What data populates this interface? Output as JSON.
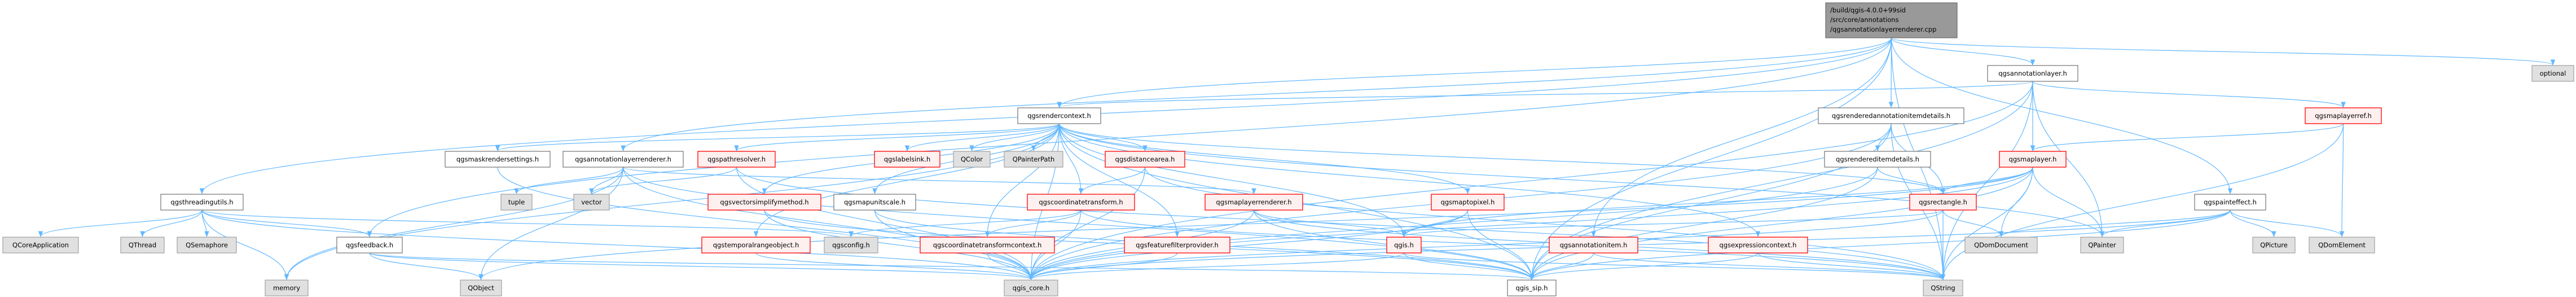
{
  "title": "/build/qgis-4.0.0+99sid/src/core/annotations/qgsannotationlayerrenderer.cpp",
  "colors": {
    "edge": "#63b8ff",
    "main_fill": "#999999",
    "main_border": "#666666",
    "normal_fill": "#ffffff",
    "normal_border": "#666666",
    "red_fill": "#fff0f0",
    "red_border": "#ff0000",
    "gray_fill": "#e0e0e0",
    "gray_border": "#999999"
  },
  "nodes": [
    {
      "id": "main",
      "kind": "main",
      "label": [
        "/build/qgis-4.0.0+99sid",
        "/src/core/annotations",
        "/qgsannotationlayerrenderer.cpp"
      ]
    },
    {
      "id": "annotationlayer",
      "kind": "normal",
      "label": [
        "qgsannotationlayer.h"
      ]
    },
    {
      "id": "optional",
      "kind": "gray",
      "label": [
        "optional"
      ]
    },
    {
      "id": "rendercontext",
      "kind": "normal",
      "label": [
        "qgsrendercontext.h"
      ]
    },
    {
      "id": "renderedannot",
      "kind": "normal",
      "label": [
        "qgsrenderedannotationitemdetails.h"
      ]
    },
    {
      "id": "maplayerref",
      "kind": "red",
      "label": [
        "qgsmaplayerref.h"
      ]
    },
    {
      "id": "threadingutils",
      "kind": "normal",
      "label": [
        "qgsthreadingutils.h"
      ]
    },
    {
      "id": "maskrender",
      "kind": "normal",
      "label": [
        "qgsmaskrendersettings.h"
      ]
    },
    {
      "id": "annotrenderer",
      "kind": "normal",
      "label": [
        "qgsannotationlayerrenderer.h"
      ]
    },
    {
      "id": "pathresolver",
      "kind": "red",
      "label": [
        "qgspathresolver.h"
      ]
    },
    {
      "id": "labelsink",
      "kind": "red",
      "label": [
        "qgslabelsink.h"
      ]
    },
    {
      "id": "QColor",
      "kind": "gray",
      "label": [
        "QColor"
      ]
    },
    {
      "id": "QPainterPath",
      "kind": "gray",
      "label": [
        "QPainterPath"
      ]
    },
    {
      "id": "distancearea",
      "kind": "red",
      "label": [
        "qgsdistancearea.h"
      ]
    },
    {
      "id": "rendereditem",
      "kind": "normal",
      "label": [
        "qgsrendereditemdetails.h"
      ]
    },
    {
      "id": "maplayer",
      "kind": "red",
      "label": [
        "qgsmaplayer.h"
      ]
    },
    {
      "id": "tuple",
      "kind": "gray",
      "label": [
        "tuple"
      ]
    },
    {
      "id": "vector",
      "kind": "gray",
      "label": [
        "vector"
      ]
    },
    {
      "id": "vectorsimplify",
      "kind": "red",
      "label": [
        "qgsvectorsimplifymethod.h"
      ]
    },
    {
      "id": "mapunitscale",
      "kind": "normal",
      "label": [
        "qgsmapunitscale.h"
      ]
    },
    {
      "id": "coordtransform",
      "kind": "red",
      "label": [
        "qgscoordinatetransform.h"
      ]
    },
    {
      "id": "maplayerrenderer",
      "kind": "red",
      "label": [
        "qgsmaplayerrenderer.h"
      ]
    },
    {
      "id": "maptopixel",
      "kind": "red",
      "label": [
        "qgsmaptopixel.h"
      ]
    },
    {
      "id": "rectangle",
      "kind": "red",
      "label": [
        "qgsrectangle.h"
      ]
    },
    {
      "id": "painteffect",
      "kind": "normal",
      "label": [
        "qgspainteffect.h"
      ]
    },
    {
      "id": "QCoreApplication",
      "kind": "gray",
      "label": [
        "QCoreApplication"
      ]
    },
    {
      "id": "QThread",
      "kind": "gray",
      "label": [
        "QThread"
      ]
    },
    {
      "id": "QSemaphore",
      "kind": "gray",
      "label": [
        "QSemaphore"
      ]
    },
    {
      "id": "feedback",
      "kind": "normal",
      "label": [
        "qgsfeedback.h"
      ]
    },
    {
      "id": "temporalrange",
      "kind": "red",
      "label": [
        "qgstemporalrangeobject.h"
      ]
    },
    {
      "id": "qgsconfig",
      "kind": "gray",
      "label": [
        "qgsconfig.h"
      ]
    },
    {
      "id": "coordtransformctx",
      "kind": "red",
      "label": [
        "qgscoordinatetransformcontext.h"
      ]
    },
    {
      "id": "featurefilter",
      "kind": "red",
      "label": [
        "qgsfeaturefilterprovider.h"
      ]
    },
    {
      "id": "qgis",
      "kind": "red",
      "label": [
        "qgis.h"
      ]
    },
    {
      "id": "annotationitem",
      "kind": "red",
      "label": [
        "qgsannotationitem.h"
      ]
    },
    {
      "id": "expressioncontext",
      "kind": "red",
      "label": [
        "qgsexpressioncontext.h"
      ]
    },
    {
      "id": "QDomDocument",
      "kind": "gray",
      "label": [
        "QDomDocument"
      ]
    },
    {
      "id": "QPainter",
      "kind": "gray",
      "label": [
        "QPainter"
      ]
    },
    {
      "id": "QPicture",
      "kind": "gray",
      "label": [
        "QPicture"
      ]
    },
    {
      "id": "QDomElement",
      "kind": "gray",
      "label": [
        "QDomElement"
      ]
    },
    {
      "id": "memory",
      "kind": "gray",
      "label": [
        "memory"
      ]
    },
    {
      "id": "QObject",
      "kind": "gray",
      "label": [
        "QObject"
      ]
    },
    {
      "id": "qgis_core",
      "kind": "gray",
      "label": [
        "qgis_core.h"
      ]
    },
    {
      "id": "qgis_sip",
      "kind": "normal",
      "label": [
        "qgis_sip.h"
      ]
    },
    {
      "id": "QString",
      "kind": "gray",
      "label": [
        "QString"
      ]
    }
  ],
  "edges": [
    [
      "main",
      "annotationlayer"
    ],
    [
      "main",
      "optional"
    ],
    [
      "main",
      "rendercontext"
    ],
    [
      "main",
      "renderedannot"
    ],
    [
      "main",
      "threadingutils"
    ],
    [
      "main",
      "feedback"
    ],
    [
      "main",
      "painteffect"
    ],
    [
      "main",
      "annotrenderer"
    ],
    [
      "main",
      "annotationitem"
    ],
    [
      "main",
      "QString"
    ],
    [
      "main",
      "qgis_sip"
    ],
    [
      "annotationlayer",
      "maplayer"
    ],
    [
      "annotationlayer",
      "maplayerref"
    ],
    [
      "annotationlayer",
      "rendercontext"
    ],
    [
      "annotationlayer",
      "qgis_core"
    ],
    [
      "annotationlayer",
      "qgis_sip"
    ],
    [
      "annotationlayer",
      "QString"
    ],
    [
      "annotationlayer",
      "QPainter"
    ],
    [
      "rendercontext",
      "maskrender"
    ],
    [
      "rendercontext",
      "pathresolver"
    ],
    [
      "rendercontext",
      "labelsink"
    ],
    [
      "rendercontext",
      "QColor"
    ],
    [
      "rendercontext",
      "QPainterPath"
    ],
    [
      "rendercontext",
      "distancearea"
    ],
    [
      "rendercontext",
      "vectorsimplify"
    ],
    [
      "rendercontext",
      "mapunitscale"
    ],
    [
      "rendercontext",
      "coordtransform"
    ],
    [
      "rendercontext",
      "coordtransformctx"
    ],
    [
      "rendercontext",
      "featurefilter"
    ],
    [
      "rendercontext",
      "temporalrange"
    ],
    [
      "rendercontext",
      "maptopixel"
    ],
    [
      "rendercontext",
      "rectangle"
    ],
    [
      "rendercontext",
      "expressioncontext"
    ],
    [
      "rendercontext",
      "qgis"
    ],
    [
      "rendercontext",
      "qgis_core"
    ],
    [
      "rendercontext",
      "qgis_sip"
    ],
    [
      "rendercontext",
      "memory"
    ],
    [
      "rendercontext",
      "QPainter"
    ],
    [
      "renderedannot",
      "rendereditem"
    ],
    [
      "renderedannot",
      "rectangle"
    ],
    [
      "renderedannot",
      "qgis_core"
    ],
    [
      "renderedannot",
      "qgis_sip"
    ],
    [
      "renderedannot",
      "QString"
    ],
    [
      "rendereditem",
      "rectangle"
    ],
    [
      "rendereditem",
      "qgis_core"
    ],
    [
      "rendereditem",
      "qgis_sip"
    ],
    [
      "maplayerref",
      "maplayer"
    ],
    [
      "maplayerref",
      "QDomElement"
    ],
    [
      "maplayerref",
      "QString"
    ],
    [
      "maplayer",
      "rectangle"
    ],
    [
      "maplayer",
      "qgis"
    ],
    [
      "maplayer",
      "QDomDocument"
    ],
    [
      "maplayer",
      "QPainter"
    ],
    [
      "maplayer",
      "qgis_core"
    ],
    [
      "maplayer",
      "qgis_sip"
    ],
    [
      "maplayer",
      "QString"
    ],
    [
      "maplayer",
      "QObject"
    ],
    [
      "annotrenderer",
      "maplayerrenderer"
    ],
    [
      "annotrenderer",
      "tuple"
    ],
    [
      "annotrenderer",
      "vector"
    ],
    [
      "annotrenderer",
      "memory"
    ],
    [
      "annotrenderer",
      "qgis_core"
    ],
    [
      "annotrenderer",
      "qgis_sip"
    ],
    [
      "annotrenderer",
      "QObject"
    ],
    [
      "maskrender",
      "qgis_core"
    ],
    [
      "pathresolver",
      "qgis_core"
    ],
    [
      "pathresolver",
      "QString"
    ],
    [
      "pathresolver",
      "vector"
    ],
    [
      "distancearea",
      "coordtransform"
    ],
    [
      "distancearea",
      "qgis_core"
    ],
    [
      "distancearea",
      "QString"
    ],
    [
      "vectorsimplify",
      "qgis_core"
    ],
    [
      "vectorsimplify",
      "qgis_sip"
    ],
    [
      "mapunitscale",
      "qgis_core"
    ],
    [
      "mapunitscale",
      "qgis_sip"
    ],
    [
      "coordtransform",
      "coordtransformctx"
    ],
    [
      "coordtransform",
      "qgsconfig"
    ],
    [
      "coordtransform",
      "qgis_core"
    ],
    [
      "coordtransform",
      "QString"
    ],
    [
      "maplayerrenderer",
      "qgis"
    ],
    [
      "maplayerrenderer",
      "qgis_core"
    ],
    [
      "maplayerrenderer",
      "qgis_sip"
    ],
    [
      "maplayerrenderer",
      "QString"
    ],
    [
      "maptopixel",
      "qgis"
    ],
    [
      "maptopixel",
      "qgis_sip"
    ],
    [
      "maptopixel",
      "qgis_core"
    ],
    [
      "rectangle",
      "QDomDocument"
    ],
    [
      "rectangle",
      "QString"
    ],
    [
      "rectangle",
      "qgis"
    ],
    [
      "rectangle",
      "qgis_core"
    ],
    [
      "painteffect",
      "qgis_core"
    ],
    [
      "painteffect",
      "qgis_sip"
    ],
    [
      "painteffect",
      "QPainter"
    ],
    [
      "painteffect",
      "QPicture"
    ],
    [
      "painteffect",
      "QDomElement"
    ],
    [
      "painteffect",
      "QDomDocument"
    ],
    [
      "threadingutils",
      "QCoreApplication"
    ],
    [
      "threadingutils",
      "QThread"
    ],
    [
      "threadingutils",
      "QSemaphore"
    ],
    [
      "threadingutils",
      "memory"
    ],
    [
      "threadingutils",
      "feedback"
    ],
    [
      "threadingutils",
      "qgis_core"
    ],
    [
      "threadingutils",
      "qgsconfig"
    ],
    [
      "feedback",
      "QObject"
    ],
    [
      "feedback",
      "qgis_core"
    ],
    [
      "feedback",
      "qgis_sip"
    ],
    [
      "temporalrange",
      "qgis_core"
    ],
    [
      "coordtransformctx",
      "qgis_core"
    ],
    [
      "featurefilter",
      "qgis_core"
    ],
    [
      "qgis",
      "qgis_core"
    ],
    [
      "qgis",
      "qgis_sip"
    ],
    [
      "qgis",
      "QString"
    ],
    [
      "annotationitem",
      "qgis_sip"
    ],
    [
      "annotationitem",
      "QString"
    ],
    [
      "expressioncontext",
      "qgis_sip"
    ],
    [
      "expressioncontext",
      "QString"
    ]
  ]
}
